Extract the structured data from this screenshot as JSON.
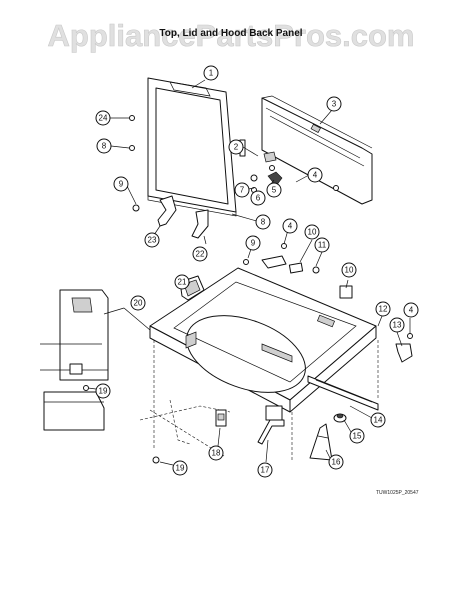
{
  "watermark": "AppliancePartsPros.com",
  "title": "Top, Lid and Hood Back Panel",
  "drawing_ref": "TUW1025P_20547",
  "callouts": {
    "c1": "1",
    "c2": "2",
    "c3": "3",
    "c4a": "4",
    "c4b": "4",
    "c4c": "4",
    "c5": "5",
    "c6": "6",
    "c7": "7",
    "c8a": "8",
    "c8b": "8",
    "c9a": "9",
    "c9b": "9",
    "c10a": "10",
    "c10b": "10",
    "c11": "11",
    "c12": "12",
    "c13": "13",
    "c14": "14",
    "c15": "15",
    "c16": "16",
    "c17": "17",
    "c18": "18",
    "c19a": "19",
    "c19b": "19",
    "c20": "20",
    "c21": "21",
    "c22": "22",
    "c23": "23",
    "c24": "24"
  }
}
